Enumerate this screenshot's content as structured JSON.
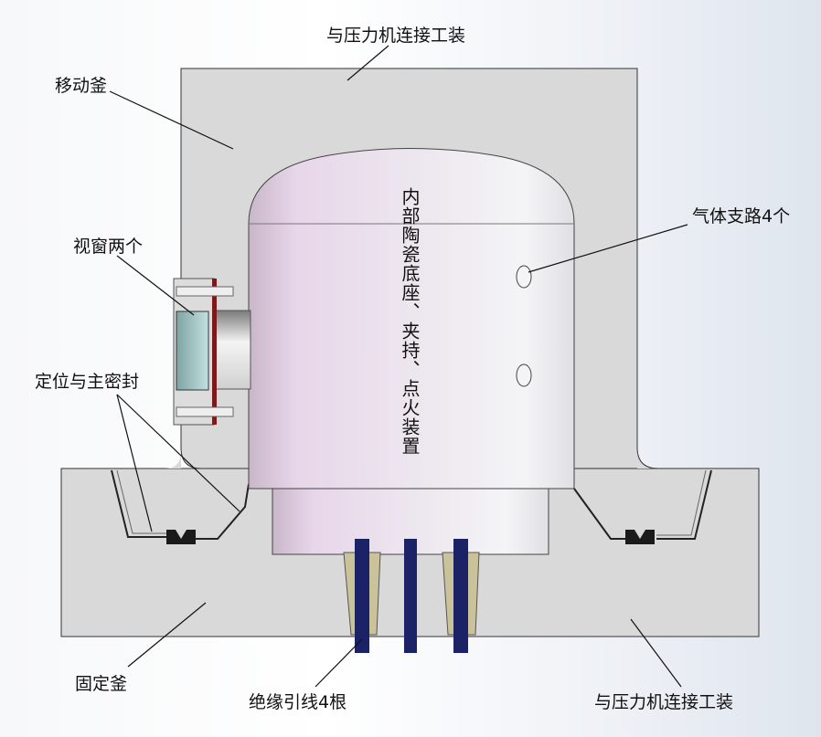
{
  "labels": {
    "press_fixture_top": "与压力机连接工装",
    "moving_vessel": "移动釜",
    "windows": "视窗两个",
    "positioning_seal": "定位与主密封",
    "gas_branches": "气体支路4个",
    "inner_assembly": "内部陶瓷底座、夹持、点火装置",
    "fixed_vessel": "固定釜",
    "insulated_leads": "绝缘引线4根",
    "press_fixture_bottom": "与压力机连接工装"
  },
  "colors": {
    "vessel_gray": "#d9d9d9",
    "chamber_lilac": "#e6d9e8",
    "lead_blue": "#1b2266",
    "insulator_tan": "#c9c29a",
    "seal_black": "#1a1a1a"
  }
}
